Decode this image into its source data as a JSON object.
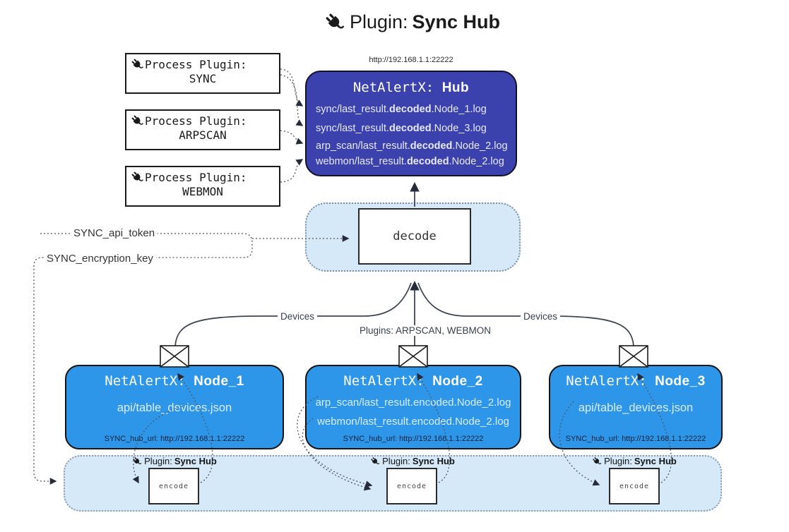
{
  "title": {
    "prefix": "Plugin: ",
    "bold": "Sync Hub"
  },
  "hub": {
    "url": "http://192.168.1.1:22222",
    "name_mono": "NetAlertX: ",
    "name_bold": "Hub",
    "lines": [
      {
        "pre": "sync/last_result.",
        "bold": "decoded",
        "post": ".Node_1.log"
      },
      {
        "pre": "sync/last_result.",
        "bold": "decoded",
        "post": ".Node_3.log"
      },
      {
        "pre": "arp_scan/last_result.",
        "bold": "decoded",
        "post": ".Node_2.log"
      },
      {
        "pre": "webmon/last_result.",
        "bold": "decoded",
        "post": ".Node_2.log"
      }
    ]
  },
  "process_plugins": [
    {
      "label": "Process Plugin:",
      "name": "SYNC"
    },
    {
      "label": "Process Plugin:",
      "name": "ARPSCAN"
    },
    {
      "label": "Process Plugin:",
      "name": "WEBMON"
    }
  ],
  "tokens": {
    "api_token": "SYNC_api_token",
    "encryption_key": "SYNC_encryption_key"
  },
  "decode_label": "decode",
  "edges": {
    "devices_left": "Devices",
    "devices_right": "Devices",
    "plugins_mid": "Plugins: ARPSCAN, WEBMON"
  },
  "nodes": [
    {
      "name_mono": "NetAlertX: ",
      "name_bold": "Node_1",
      "lines": [
        "api/table_devices.json"
      ],
      "hub_url": "SYNC_hub_url: http://192.168.1.1:22222"
    },
    {
      "name_mono": "NetAlertX: ",
      "name_bold": "Node_2",
      "lines": [
        "arp_scan/last_result.encoded.Node_2.log",
        "webmon/last_result.encoded.Node_2.log"
      ],
      "hub_url": "SYNC_hub_url: http://192.168.1.1:22222"
    },
    {
      "name_mono": "NetAlertX: ",
      "name_bold": "Node_3",
      "lines": [
        "api/table_devices.json"
      ],
      "hub_url": "SYNC_hub_url: http://192.168.1.1:22222"
    }
  ],
  "encoders": [
    {
      "label_prefix": "Plugin: ",
      "label_bold": "Sync Hub",
      "box": "encode"
    },
    {
      "label_prefix": "Plugin: ",
      "label_bold": "Sync Hub",
      "box": "encode"
    },
    {
      "label_prefix": "Plugin: ",
      "label_bold": "Sync Hub",
      "box": "encode"
    }
  ],
  "colors": {
    "hub_bg": "#3c42ad",
    "node_bg": "#2e96e9",
    "panel_bg": "#d6e9f9"
  }
}
